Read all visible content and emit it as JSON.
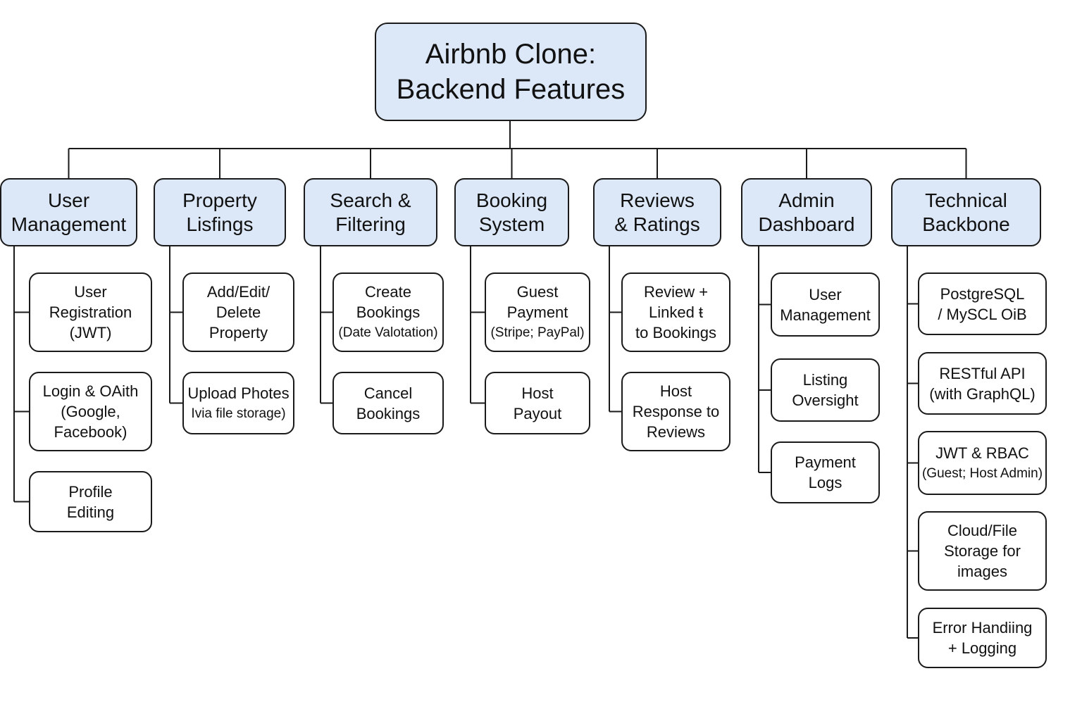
{
  "root": {
    "title": "Airbnb Clone:\nBackend Features"
  },
  "categories": [
    {
      "label": "User\nManagement",
      "items": [
        {
          "main": "User\nRegistration\n(JWT)",
          "sub": ""
        },
        {
          "main": "Login & OAith\n(Google,\nFacebook)",
          "sub": ""
        },
        {
          "main": "Profile\nEditing",
          "sub": ""
        }
      ]
    },
    {
      "label": "Property\nLisfings",
      "items": [
        {
          "main": "Add/Edit/\nDelete\nProperty",
          "sub": ""
        },
        {
          "main": "Upload Photes",
          "sub": "Ivia  file storage)"
        }
      ]
    },
    {
      "label": "Search &\nFiltering",
      "items": [
        {
          "main": "Create\nBookings",
          "sub": "(Date Valotation)"
        },
        {
          "main": "Cancel\nBookings",
          "sub": ""
        }
      ]
    },
    {
      "label": "Booking\nSystem",
      "items": [
        {
          "main": "Guest\nPayment",
          "sub": "(Stripe; PayPal)"
        },
        {
          "main": "Host\nPayout",
          "sub": ""
        }
      ]
    },
    {
      "label": "Reviews\n& Ratings",
      "items": [
        {
          "main": "Review +\nLinked     ŧ\nto Bookings",
          "sub": ""
        },
        {
          "main": "Host\nResponse to\nReviews",
          "sub": ""
        }
      ]
    },
    {
      "label": "Admin\nDashboard",
      "items": [
        {
          "main": "User\nManagement",
          "sub": ""
        },
        {
          "main": "Listing\nOversight",
          "sub": ""
        },
        {
          "main": "Payment\nLogs",
          "sub": ""
        }
      ]
    },
    {
      "label": "Technical\nBackbone",
      "items": [
        {
          "main": "PostgreSQL\n/ MySCL OiB",
          "sub": ""
        },
        {
          "main": "RESTful API\n(with GraphQL)",
          "sub": ""
        },
        {
          "main": "JWT & RBAC",
          "sub": "(Guest; Host Admin)"
        },
        {
          "main": "Cloud/File\nStorage for\nimages",
          "sub": ""
        },
        {
          "main": "Error Handiing\n+ Logging",
          "sub": ""
        }
      ]
    }
  ]
}
